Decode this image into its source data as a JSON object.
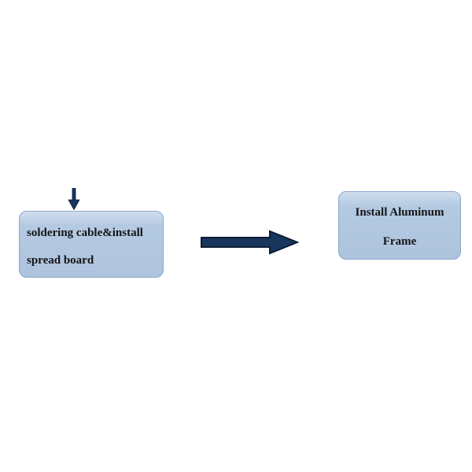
{
  "diagram": {
    "title": "assembly process flow",
    "colors": {
      "background": "#ffffff",
      "box_fill": "#b4c9e2",
      "box_fill_top": "#cfdeee",
      "box_border": "#8aa9cc",
      "arrow_fill": "#17375d",
      "arrow_stroke": "#0d1b33",
      "text": "#141414"
    },
    "nodes": {
      "left_box": {
        "line1": "soldering cable&install",
        "line2": "spread board"
      },
      "right_box": {
        "line1": "Install Aluminum",
        "line2": "Frame"
      }
    },
    "connectors": [
      {
        "name": "down-arrow",
        "direction": "down",
        "points_to": "left_box"
      },
      {
        "name": "right-arrow",
        "direction": "right",
        "from": "left_box",
        "to": "right_box"
      }
    ]
  }
}
